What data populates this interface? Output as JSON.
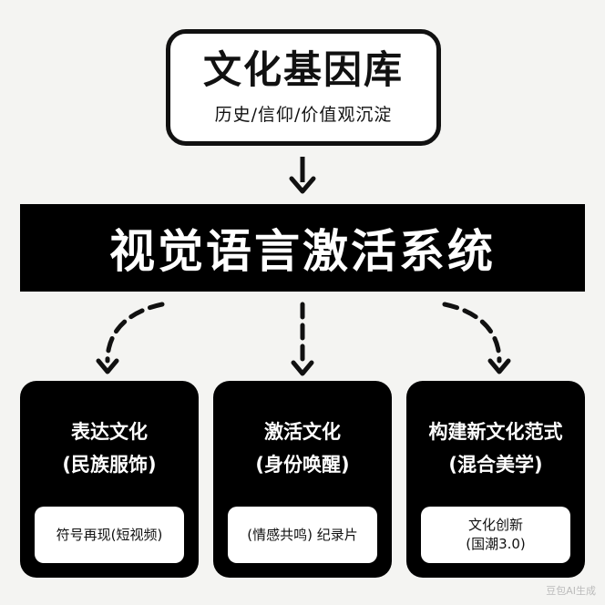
{
  "top": {
    "title": "文化基因库",
    "subtitle": "历史/信仰/价值观沉淀"
  },
  "banner": {
    "title": "视觉语言激活系统"
  },
  "cards": [
    {
      "title": "表达文化",
      "subtitle": "(民族服饰)",
      "inner": [
        "符号再现(短视频)"
      ]
    },
    {
      "title": "激活文化",
      "subtitle": "(身份唤醒)",
      "inner": [
        "(情感共鸣) 纪录片"
      ]
    },
    {
      "title": "构建新文化范式",
      "subtitle": "(混合美学)",
      "inner": [
        "文化创新",
        "(国潮3.0)"
      ]
    }
  ],
  "watermark": "豆包AI生成"
}
